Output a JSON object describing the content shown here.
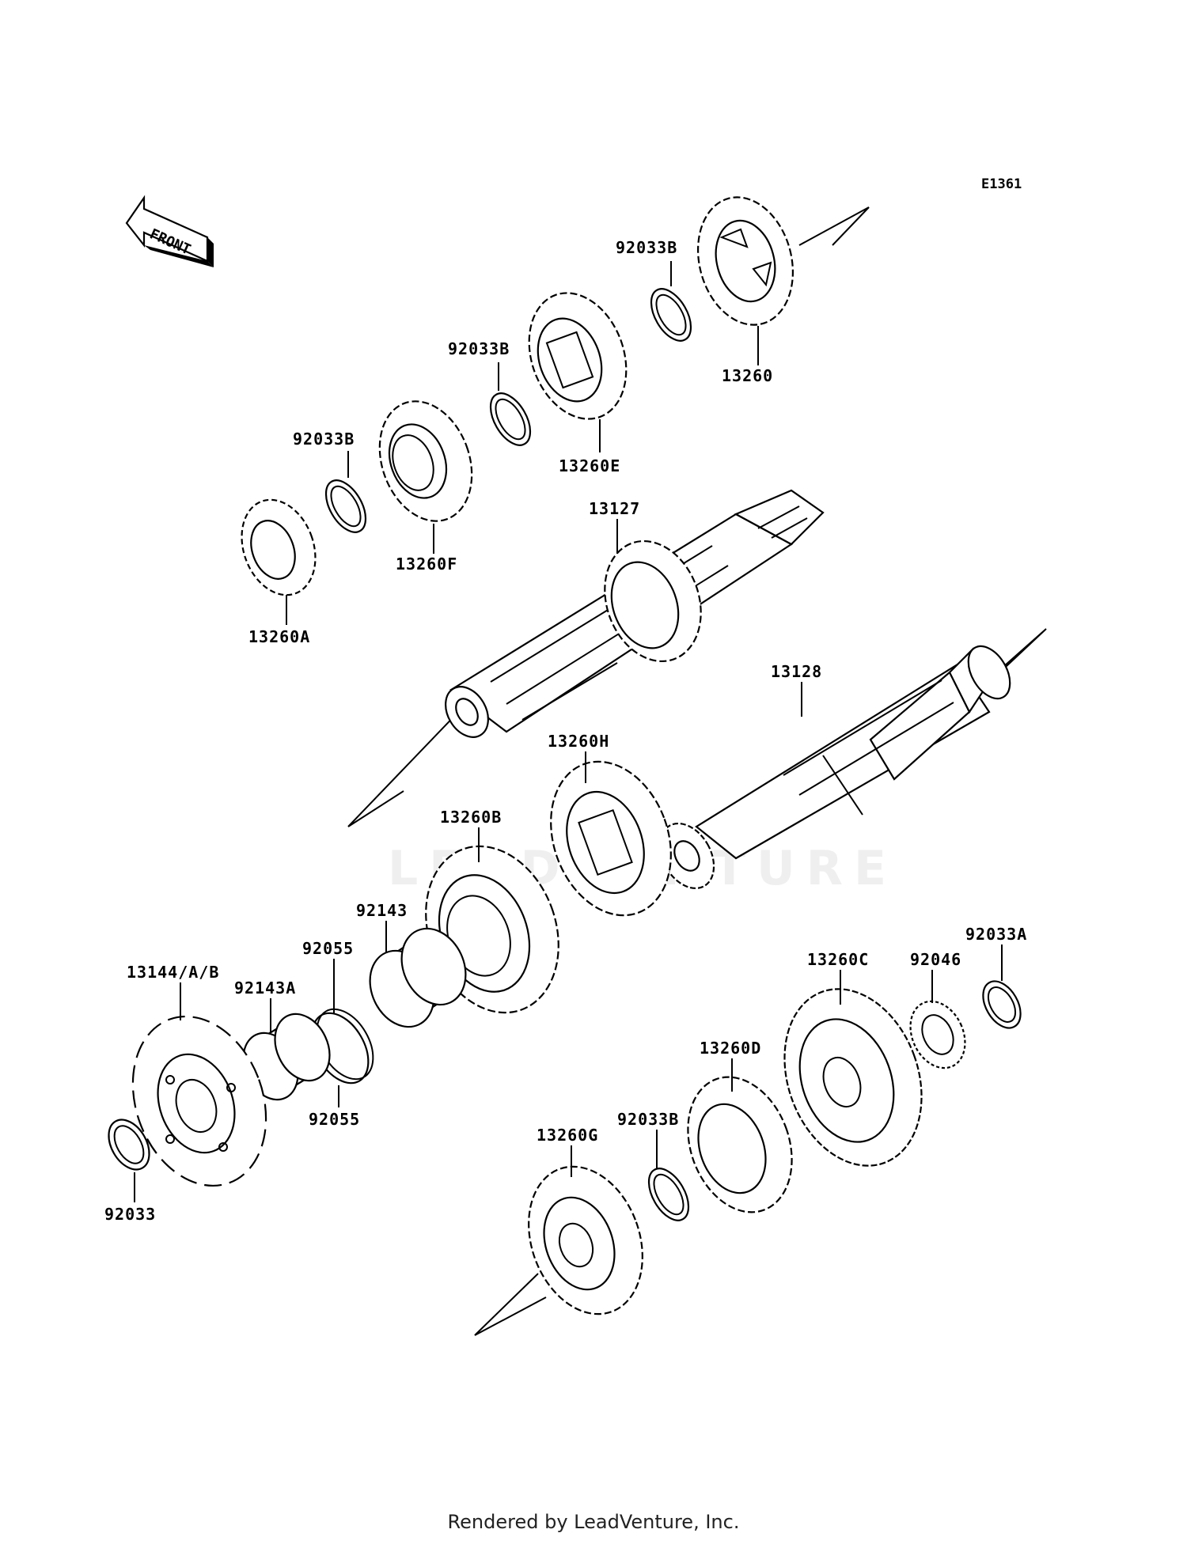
{
  "diagram_code": "E1361",
  "front_label": "FRONT",
  "watermark": "LEADVENTURE",
  "footer": "Rendered by LeadVenture, Inc.",
  "parts": {
    "p13260": "13260",
    "p92033B_1": "92033B",
    "p13260E": "13260E",
    "p92033B_2": "92033B",
    "p92033B_3": "92033B",
    "p13260F": "13260F",
    "p13260A": "13260A",
    "p13127": "13127",
    "p13128": "13128",
    "p13260H": "13260H",
    "p13260B": "13260B",
    "p92143": "92143",
    "p92055_1": "92055",
    "p92143A": "92143A",
    "p13144": "13144/A/B",
    "p92055_2": "92055",
    "p92033": "92033",
    "p92033A": "92033A",
    "p92046": "92046",
    "p13260C": "13260C",
    "p13260D": "13260D",
    "p92033B_4": "92033B",
    "p13260G": "13260G"
  }
}
